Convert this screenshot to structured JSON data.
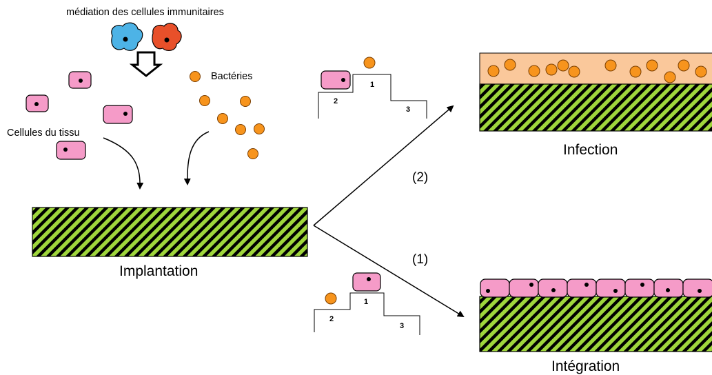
{
  "labels": {
    "immune_mediation": "médiation des cellules immunitaires",
    "bacteria": "Bactéries",
    "tissue_cells": "Cellules du tissu",
    "implantation": "Implantation",
    "infection": "Infection",
    "integration": "Intégration",
    "path_infection": "(2)",
    "path_integration": "(1)"
  },
  "steps_top": [
    "1",
    "2",
    "3"
  ],
  "steps_bottom": [
    "1",
    "2",
    "3"
  ],
  "colors": {
    "cell_fill": "#f59bc8",
    "bacteria_fill": "#f7941d",
    "immune_cell_blue": "#4db3e6",
    "immune_cell_red": "#e8502a",
    "material_green": "#9fd63c",
    "infection_layer": "#fac89b"
  }
}
